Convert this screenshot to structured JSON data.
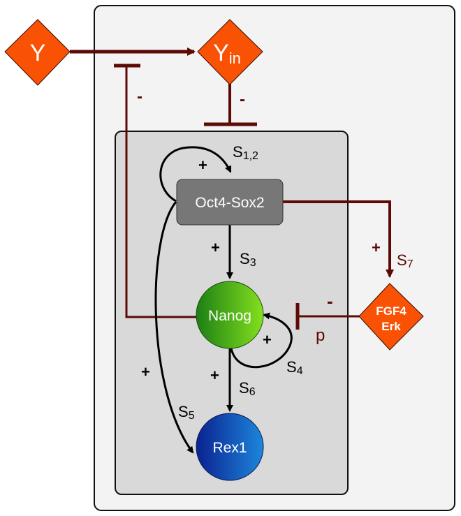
{
  "diagram": {
    "nodes": {
      "y": {
        "label": "Y"
      },
      "y_in": {
        "label": "Y",
        "subscript": "in"
      },
      "oct4_sox2": {
        "label": "Oct4-Sox2"
      },
      "nanog": {
        "label": "Nanog"
      },
      "rex1": {
        "label": "Rex1"
      },
      "fgf4_erk": {
        "line1": "FGF4",
        "line2": "Erk"
      }
    },
    "edges": {
      "y_to_yin": {
        "type": "activation"
      },
      "yin_inhibits_core": {
        "type": "inhibition",
        "sign": "-"
      },
      "nanog_inhibits_yin": {
        "type": "inhibition",
        "sign": "-"
      },
      "s12": {
        "label": "S",
        "subscript": "1,2",
        "sign": "+",
        "type": "self-activation"
      },
      "s3": {
        "label": "S",
        "subscript": "3",
        "sign": "+",
        "type": "activation"
      },
      "s4": {
        "label": "S",
        "subscript": "4",
        "sign": "+",
        "type": "self-activation"
      },
      "s5": {
        "label": "S",
        "subscript": "5",
        "sign": "+",
        "type": "activation"
      },
      "s6": {
        "label": "S",
        "subscript": "6",
        "sign": "+",
        "type": "activation"
      },
      "s7": {
        "label": "S",
        "subscript": "7",
        "sign": "+",
        "type": "activation"
      },
      "p": {
        "label": "p",
        "sign": "-",
        "type": "inhibition"
      }
    },
    "colors": {
      "orange": "#fa5204",
      "dark_red": "#5c0a05",
      "black": "#000000",
      "core_gray": "#777777",
      "nanog_green_dark": "#1f8a16",
      "nanog_green_light": "#7ad81c",
      "rex1_blue_dark": "#0b2a99",
      "rex1_blue_light": "#1a7fd6",
      "outer_bg": "#f3f3f3",
      "inner_bg": "#d9d9d9"
    }
  }
}
